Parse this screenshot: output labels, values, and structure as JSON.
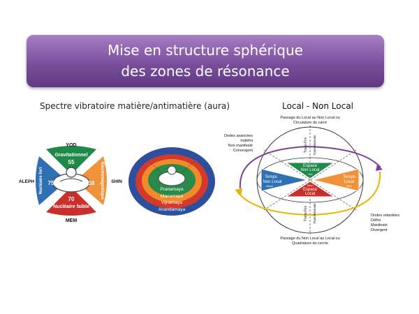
{
  "banner": {
    "line1": "Mise en structure sphérique",
    "line2": "des zones de résonance"
  },
  "left_title": "Spectre vibratoire matière/antimatière (aura)",
  "right_title": "Local - Non Local",
  "cross": {
    "top_label": "YOD",
    "bottom_label": "MEM",
    "left_label": "ALEPH",
    "right_label": "SHIN",
    "top_name": "Gravitationnel",
    "top_value": "55",
    "bottom_name": "Nucléaire faible",
    "bottom_value": "70",
    "left_name": "Nucléaire fort",
    "left_value": "75",
    "right_name": "Électromagnétique",
    "right_value": "16",
    "colors": {
      "top": "#1e8a4a",
      "bottom": "#c9302c",
      "left": "#2f6fb3",
      "right": "#f0923a"
    }
  },
  "aura": {
    "layers": [
      "Pranamaya",
      "Manamaya",
      "Vijnamaya",
      "Anandamaya"
    ],
    "colors": {
      "outer": "#2e4f9e",
      "red": "#d33a2c",
      "orange": "#f08a2a",
      "green": "#2a8a4a"
    }
  },
  "local": {
    "top_caption_1": "Passage du Local au Non Local ou",
    "top_caption_2": "Circulature du carré",
    "bottom_caption_1": "Passage du Non Local au Local ou",
    "bottom_caption_2": "Quadrature du cercle",
    "left_note": [
      "Ondes avancées",
      "Indéfini",
      "Non manifesté",
      "Convergent"
    ],
    "right_note": [
      "Ondes retardées",
      "Défini",
      "Manifesté",
      "Divergent"
    ],
    "trans_fini": "Trans-Fini",
    "trans_ordre": "Transfinimonie",
    "espace_nonlocal_1": "Espace",
    "espace_nonlocal_2": "Non Local",
    "espace_nonlocal_tag": "Yod",
    "espace_local_1": "Espace",
    "espace_local_2": "Local",
    "espace_local_tag": "Mem",
    "temps_nonlocal_1": "Temps",
    "temps_nonlocal_2": "Non Local",
    "temps_nonlocal_tag": "Aleph",
    "temps_local_1": "Temps",
    "temps_local_2": "Local",
    "temps_local_tag": "Shin",
    "colors": {
      "green": "#1e8a4a",
      "blue": "#2f6fb3",
      "orange": "#f0923a",
      "red": "#c9302c",
      "purple": "#7a3f98",
      "gold": "#e8b400"
    }
  }
}
